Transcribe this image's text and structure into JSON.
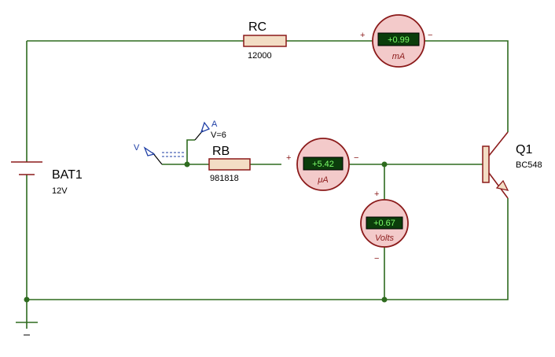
{
  "battery": {
    "ref": "BAT1",
    "value": "12V"
  },
  "rc": {
    "ref": "RC",
    "value": "12000"
  },
  "rb": {
    "ref": "RB",
    "value": "981818"
  },
  "transistor": {
    "ref": "Q1",
    "value": "BC548"
  },
  "ammeter_ma": {
    "reading": "+0.99",
    "unit": "mA",
    "plus": "+",
    "minus": "−"
  },
  "ammeter_ua": {
    "reading": "+5.42",
    "unit": "μA",
    "plus": "+",
    "minus": "−"
  },
  "voltmeter": {
    "reading": "+0.67",
    "unit": "Volts",
    "plus": "+",
    "minus": "−"
  },
  "probe_v": {
    "label": "V"
  },
  "probe_a": {
    "label": "A",
    "value": "V=6"
  },
  "colors": {
    "wire": "#2e6b1f",
    "component": "#8b1a1a",
    "meter_body": "#f3caca",
    "lcd_bg": "#0b3d0b",
    "lcd_text": "#7dff6a",
    "probe": "#1f3fa6"
  }
}
